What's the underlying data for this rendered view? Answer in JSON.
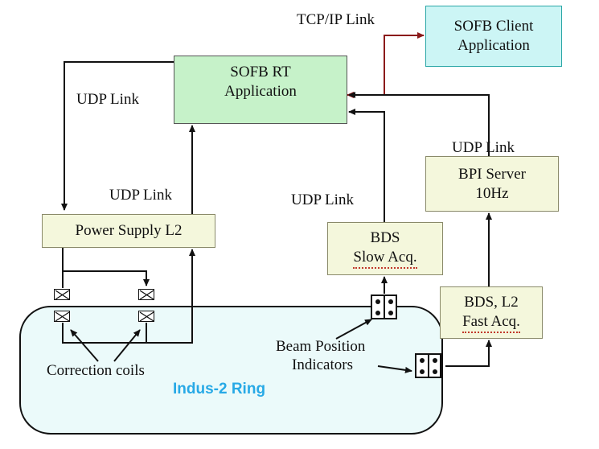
{
  "boxes": {
    "sofb_client": [
      "SOFB Client",
      "Application"
    ],
    "sofb_rt": [
      "SOFB RT",
      "Application"
    ],
    "power_supply": "Power Supply L2",
    "bpi_server": [
      "BPI Server",
      "10Hz"
    ],
    "bds_slow": [
      "BDS",
      "Slow Acq."
    ],
    "bds_fast": [
      "BDS, L2",
      "Fast Acq."
    ]
  },
  "labels": {
    "tcp_ip_link": "TCP/IP Link",
    "udp_link_left": "UDP Link",
    "udp_link_ps": "UDP Link",
    "udp_link_slow": "UDP Link",
    "udp_link_bpi": "UDP Link",
    "correction_coils": "Correction coils",
    "beam_position_1": "Beam Position",
    "beam_position_2": "Indicators",
    "ring_name": "Indus-2 Ring"
  },
  "colors": {
    "tcp_link_arrow": "#8b1a1a",
    "ring_label": "#27a9e6",
    "rt_fill": "#c6f2c9",
    "client_fill": "#ccf5f5",
    "block_fill": "#f4f7dc"
  }
}
